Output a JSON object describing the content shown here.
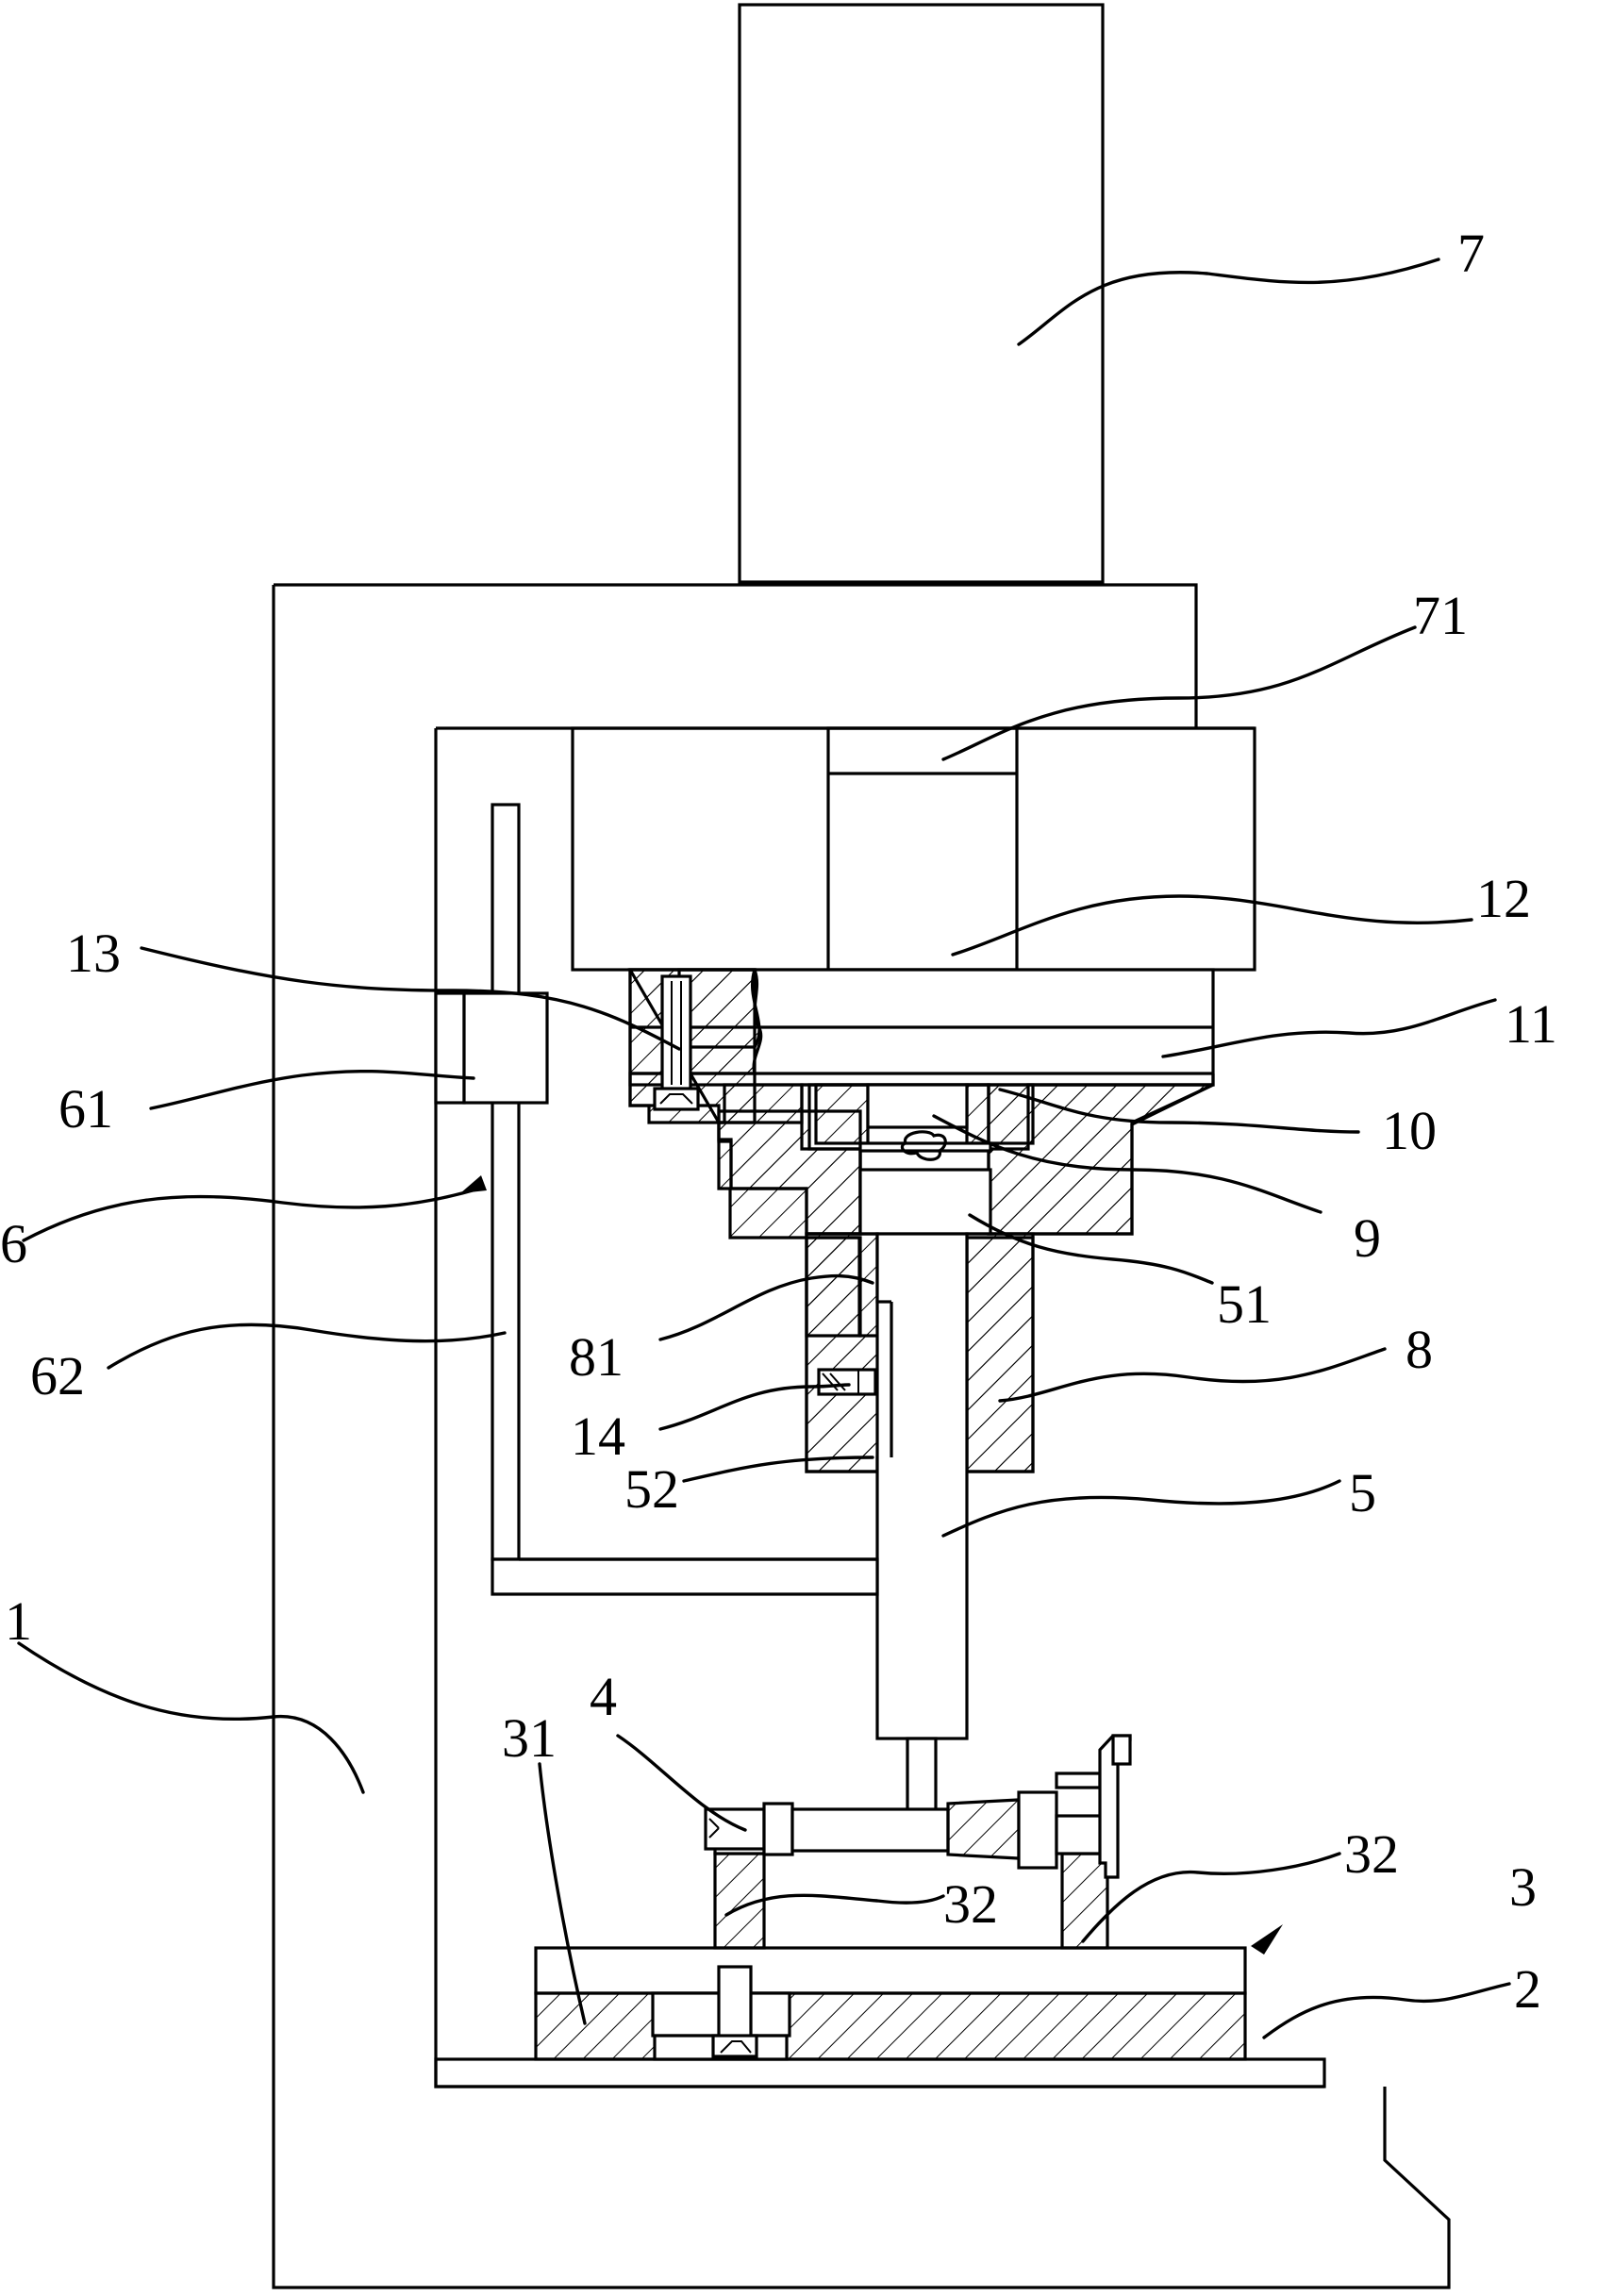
{
  "labels": {
    "l1": "1",
    "l2": "2",
    "l3": "3",
    "l4": "4",
    "l5": "5",
    "l6": "6",
    "l7": "7",
    "l8": "8",
    "l9": "9",
    "l10": "10",
    "l11": "11",
    "l12": "12",
    "l13": "13",
    "l14": "14",
    "l31": "31",
    "l32a": "32",
    "l32b": "32",
    "l51": "51",
    "l52": "52",
    "l61": "61",
    "l62": "62",
    "l71": "71",
    "l81": "81"
  }
}
